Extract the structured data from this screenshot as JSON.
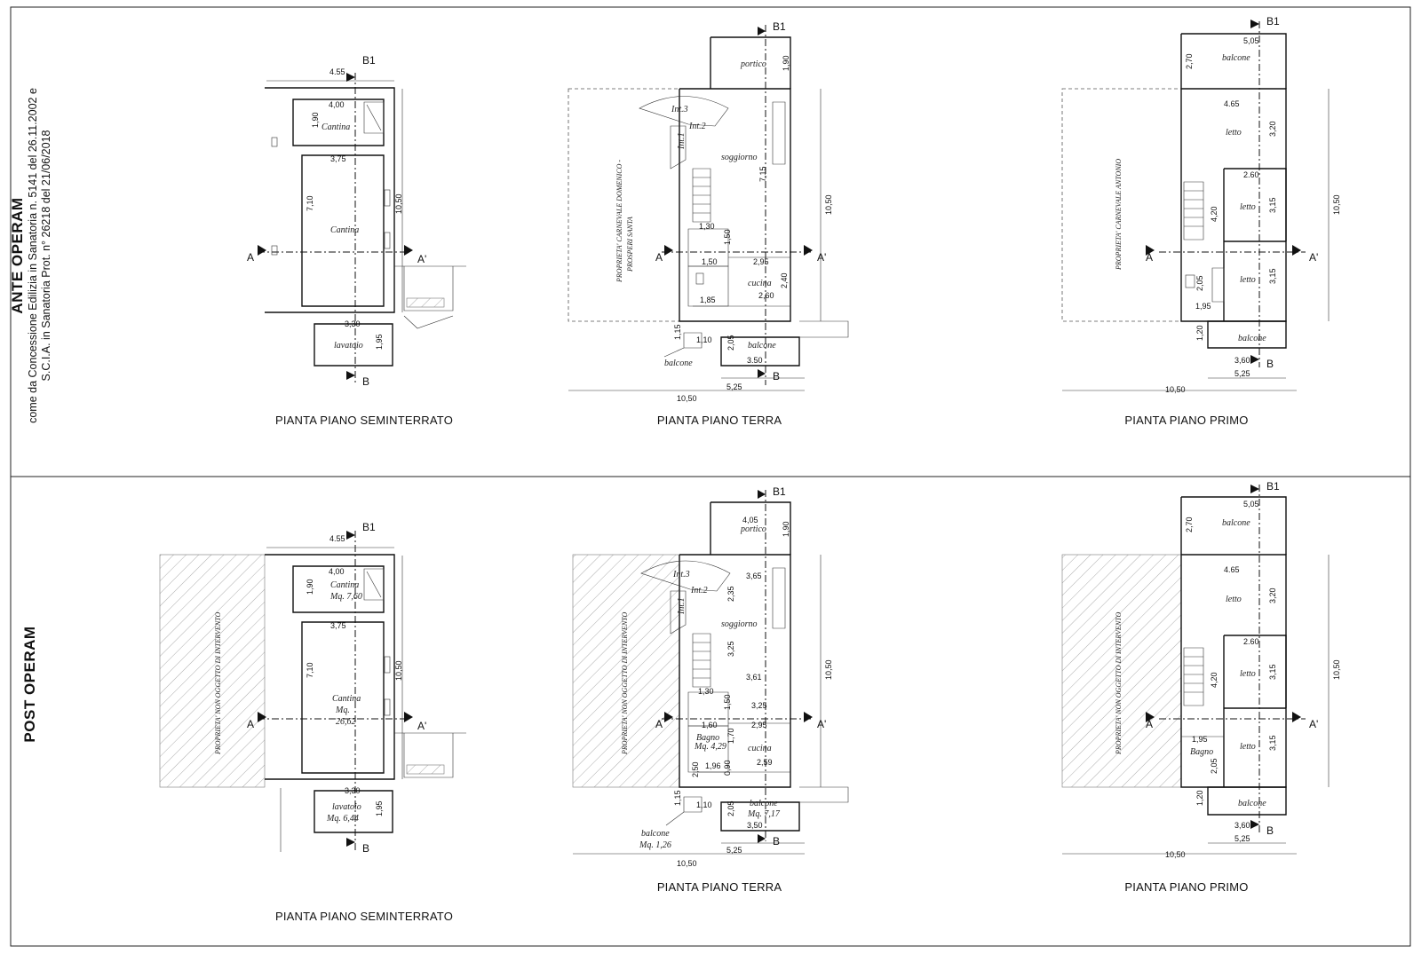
{
  "frame": {
    "ante": {
      "title": "ANTE OPERAM",
      "line1": "come da Concessione Edilizia in Sanatoria n. 5141 del 26.11.2002 e",
      "line2": "S.C.I.A. in Sanatoria Prot. n° 26218 del 21/06/2018"
    },
    "post": {
      "title": "POST OPERAM"
    }
  },
  "captions": {
    "seminterrato": "PIANTA PIANO SEMINTERRATO",
    "terra": "PIANTA PIANO TERRA",
    "primo": "PIANTA PIANO PRIMO"
  },
  "section_marks": {
    "a": "A",
    "a_prime": "A'",
    "b": "B",
    "b1": "B1"
  },
  "ante": {
    "semi": {
      "dims": [
        "4.55",
        "4,00",
        "1,90",
        "3,75",
        "7,10",
        "10,50",
        "3,30",
        "1,95"
      ],
      "rooms": [
        "Cantina",
        "Cantina",
        "lavatoio"
      ]
    },
    "terra": {
      "dims": [
        "1,90",
        "7,15",
        "10,50",
        "1,30",
        "1,50",
        "1,50",
        "2,95",
        "2,40",
        "2,60",
        "1,85",
        "1,15",
        "1,10",
        "2,05",
        "3.50",
        "5,25",
        "10,50"
      ],
      "rooms": [
        "portico",
        "Int.3",
        "Int.2",
        "Int.1",
        "soggiorno",
        "cucina",
        "balcone",
        "balcone"
      ],
      "neighbor_1": "PROPRIETA' CARNEVALE DOMENICO -",
      "neighbor_2": "PROSPERI SANTA"
    },
    "primo": {
      "dims": [
        "5,05",
        "2,70",
        "4.65",
        "3,20",
        "2.60",
        "3,15",
        "4,20",
        "10,50",
        "3,15",
        "2,05",
        "1,95",
        "1,20",
        "3,60",
        "5,25",
        "10,50"
      ],
      "rooms": [
        "balcone",
        "letto",
        "letto",
        "letto",
        "balcone"
      ],
      "neighbor": "PROPRIETA' CARNEVALE ANTONIO"
    }
  },
  "post": {
    "semi": {
      "dims": [
        "4.55",
        "4,00",
        "1,90",
        "3,75",
        "7,10",
        "10,50",
        "3,30",
        "1,95"
      ],
      "rooms": [
        "Cantina",
        "Mq. 7,60",
        "Cantina",
        "Mq.",
        "26,62",
        "lavatoio",
        "Mq. 6,44"
      ],
      "neighbor": "PROPRIETA' NON OGGETTO DI INTERVENTO"
    },
    "terra": {
      "dims": [
        "4,05",
        "1,90",
        "3,65",
        "2,35",
        "10,50",
        "3,25",
        "3,61",
        "1,30",
        "1,50",
        "3,25",
        "1,60",
        "1,70",
        "2,95",
        "2,50",
        "1,96",
        "0,90",
        "2,59",
        "1,15",
        "1,10",
        "2,05",
        "3,50",
        "5,25",
        "10,50"
      ],
      "rooms": [
        "portico",
        "Int.3",
        "Int.2",
        "Int.1",
        "soggiorno",
        "Bagno",
        "Mq. 4,29",
        "cucina",
        "balcone",
        "Mq. 7,17",
        "balcone",
        "Mq. 1,26"
      ],
      "neighbor": "PROPRIETA' NON OGGETTO DI INTERVENTO"
    },
    "primo": {
      "dims": [
        "5,05",
        "2,70",
        "4.65",
        "3,20",
        "2.60",
        "3,15",
        "4,20",
        "10,50",
        "1,95",
        "2,05",
        "3,15",
        "1,20",
        "3,60",
        "5,25",
        "10,50"
      ],
      "rooms": [
        "balcone",
        "letto",
        "letto",
        "Bagno",
        "letto",
        "balcone"
      ],
      "neighbor": "PROPRIETA' NON OGGETTO DI INTERVENTO"
    }
  }
}
